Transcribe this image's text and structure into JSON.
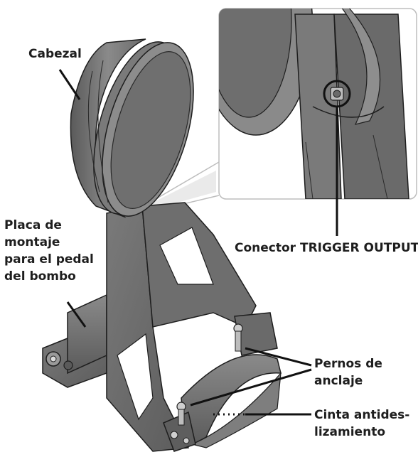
{
  "labels": {
    "head": "Cabezal",
    "mount_plate": [
      "Placa de",
      "montaje",
      "para el pedal",
      "del bombo"
    ],
    "trigger_output": "Conector TRIGGER OUTPUT",
    "anchor_bolts": [
      "Pernos de",
      "anclaje"
    ],
    "anti_slip_tape": [
      "Cinta antides-",
      "lizamiento"
    ]
  },
  "colors": {
    "metal_dark": "#4a4a4a",
    "metal_mid": "#6b6b6b",
    "metal_light": "#9a9a9a",
    "outline": "#1e1e1e",
    "callout_line": "#111111",
    "inset_border": "#bdbdbd"
  }
}
